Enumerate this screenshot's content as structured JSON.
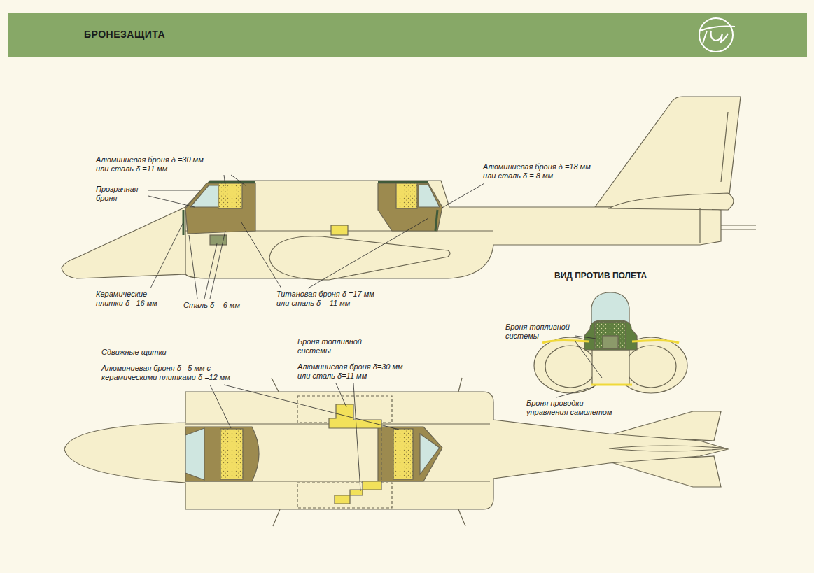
{
  "diagram": {
    "title": "БРОНЕЗАЩИТА",
    "labels": [
      "Алюминиевая броня δ =30 мм или сталь δ =11 мм",
      "Прозрачная броня",
      "Алюминиевая броня δ =18 мм или сталь δ = 8 мм",
      "Керамические плитки δ =16 мм",
      "Сталь δ = 6 мм",
      "Титановая броня δ =17 мм или сталь δ = 11 мм",
      "ВИД ПРОТИВ ПОЛЕТА",
      "Броня топливной системы",
      "Броня проводки управления самолетом",
      "Сдвижные щитки",
      "Алюминиевая броня δ =5 мм с керамическими плитками δ =12 мм",
      "Броня топливной системы",
      "Алюминиевая броня δ=30 мм или сталь δ=11 мм"
    ]
  }
}
